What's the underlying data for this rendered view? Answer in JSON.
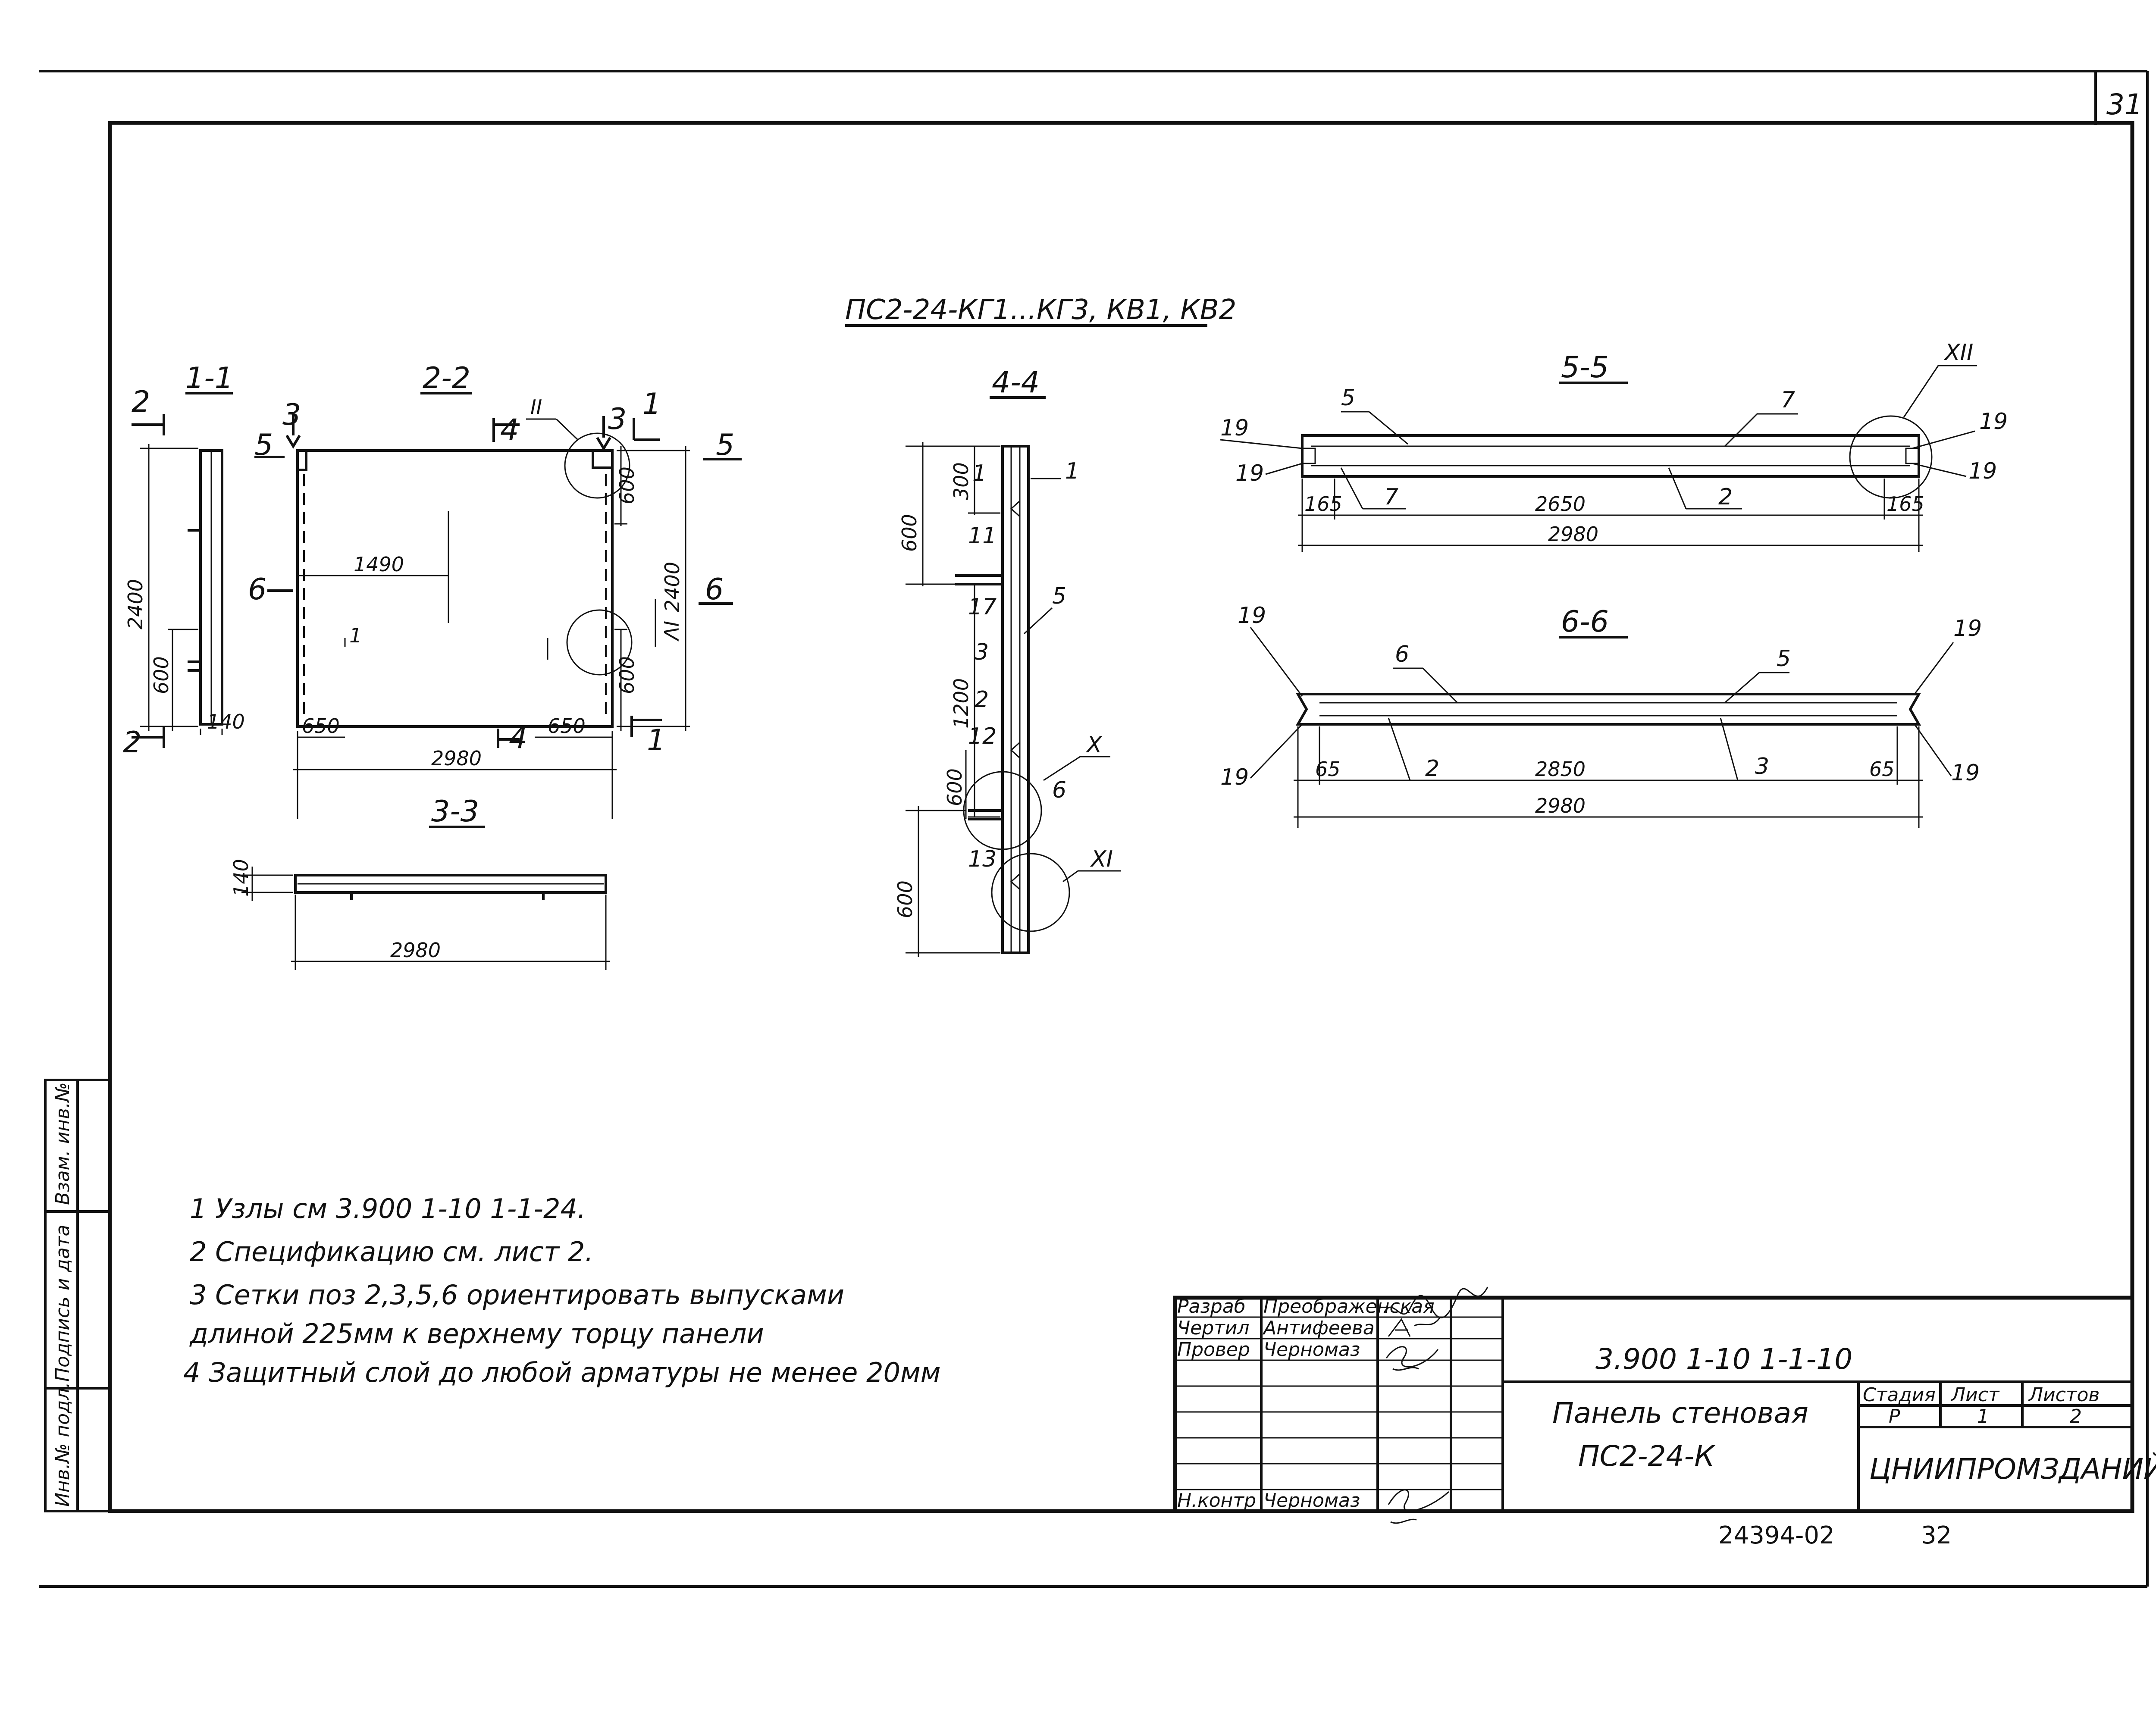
{
  "sheet": {
    "sheet_number": "31",
    "drawing_title": "ПС2-24-КГ1...КГ3, КВ1, КВ2"
  },
  "sections": {
    "s11": "1-1",
    "s22": "2-2",
    "s33": "3-3",
    "s44": "4-4",
    "s55": "5-5",
    "s66": "6-6"
  },
  "cut_marks": {
    "m1": "1",
    "m2": "2",
    "m3": "3",
    "m4": "4",
    "m5": "5",
    "m6": "6"
  },
  "nodes": {
    "II": "II",
    "IV": "IV",
    "X": "X",
    "XI": "XI",
    "XII": "XII"
  },
  "dimensions": {
    "d2400": "2400",
    "d600": "600",
    "d140": "140",
    "d1490": "1490",
    "d650": "650",
    "d2980": "2980",
    "d300": "300",
    "d1200": "1200",
    "d165": "165",
    "d2650": "2650",
    "d65": "65",
    "d2850": "2850"
  },
  "positions": {
    "p1": "1",
    "p2": "2",
    "p3": "3",
    "p5": "5",
    "p6": "6",
    "p7": "7",
    "p11": "11",
    "p12": "12",
    "p13": "13",
    "p17": "17",
    "p19": "19"
  },
  "notes": [
    "1  Узлы  см  3.900  1-10  1-1-24.",
    "2  Спецификацию   см.   лист 2.",
    "3  Сетки   поз  2,3,5,6  ориентировать   выпусками",
    "   длиной  225мм   к  верхнему  торцу  панели",
    "4  Защитный  слой   до  любой   арматуры  не  менее  20мм"
  ],
  "side_stamp": {
    "col1": "Взам. инв.№",
    "col2": "Подпись и дата",
    "col3": "Инв.№ подл."
  },
  "title_block": {
    "roles": [
      "Разраб",
      "Чертил",
      "Провер",
      "",
      "",
      "",
      "Н.контр"
    ],
    "names": [
      "Преображенская",
      "Антифеева",
      "Черномаз",
      "",
      "",
      "",
      "Черномаз"
    ],
    "code": "3.900  1-10  1-1-10",
    "name_line1": "Панель  стеновая",
    "name_line2": "ПС2-24-К",
    "stage_header": "Стадия",
    "sheet_header": "Лист",
    "sheets_header": "Листов",
    "stage_value": "Р",
    "sheet_value": "1",
    "sheets_value": "2",
    "organization": "ЦНИИПРОМЗДАНИЙ"
  },
  "footer": {
    "archive_number": "24394-02",
    "page": "32"
  }
}
